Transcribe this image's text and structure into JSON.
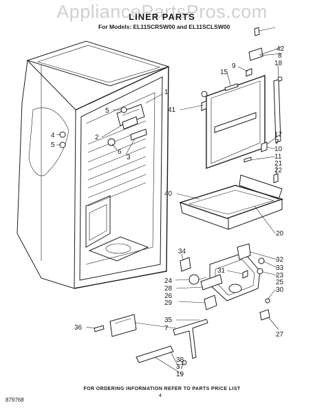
{
  "watermark": "AppliancePartsPros.com",
  "title": "LINER PARTS",
  "models_line": "For Models: EL11SCRSW00 and EL11SCLSW00",
  "footer_note": "FOR ORDERING INFORMATION REFER TO PARTS PRICE LIST",
  "page_number": "4",
  "document_number": "879768",
  "callouts": {
    "c1": "1",
    "c2": "2",
    "c3": "3",
    "c4": "4",
    "c5a": "5",
    "c5b": "5",
    "c6": "6",
    "c7": "7",
    "c8": "8",
    "c9": "9",
    "c10": "10",
    "c11": "11",
    "c15": "15",
    "c17": "17",
    "c18": "18",
    "c19": "19",
    "c20": "20",
    "c21": "21",
    "c22": "22",
    "c23": "23",
    "c24": "24",
    "c25": "25",
    "c26": "26",
    "c27": "27",
    "c28": "28",
    "c29": "29",
    "c30": "30",
    "c31": "31",
    "c32": "32",
    "c33": "33",
    "c34": "34",
    "c35": "35",
    "c36": "36",
    "c37": "37",
    "c38": "38",
    "c40": "40",
    "c41": "41",
    "c42": "42"
  }
}
